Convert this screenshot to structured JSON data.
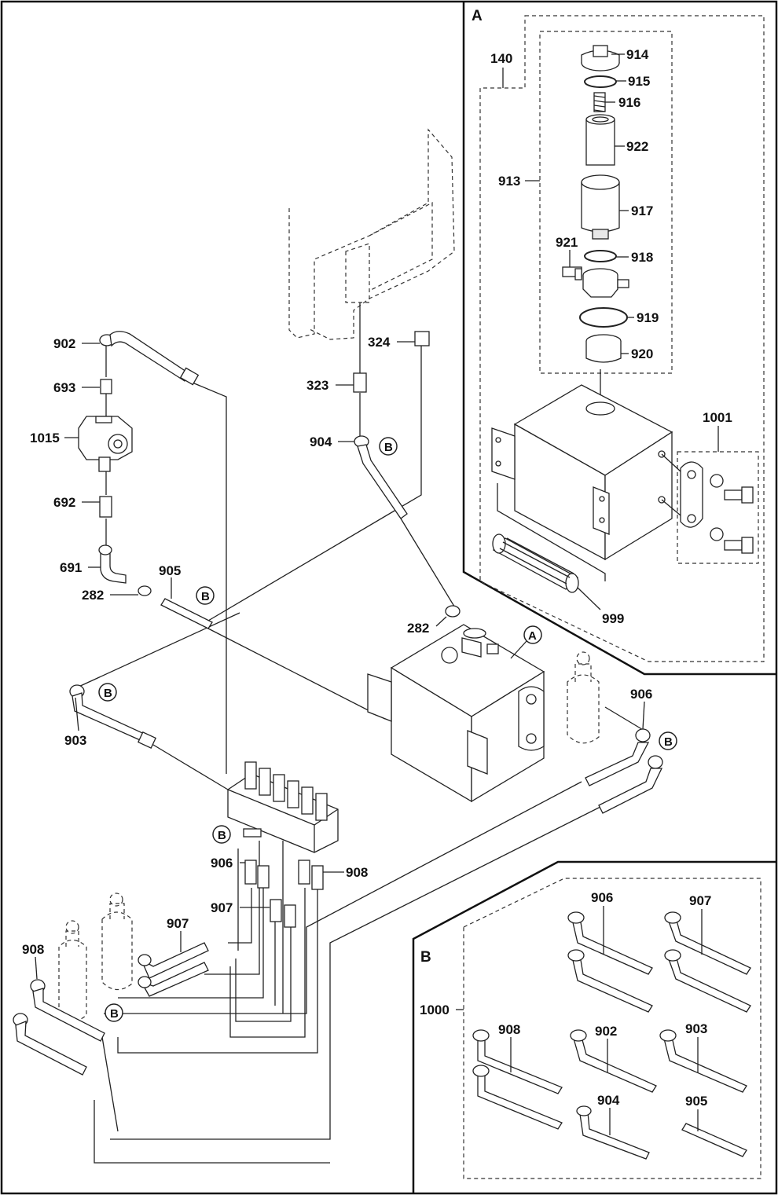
{
  "sections": {
    "A": "A",
    "B": "B"
  },
  "callouts": {
    "A": "A",
    "B": "B"
  },
  "part_labels": {
    "p140": "140",
    "p914": "914",
    "p915": "915",
    "p916": "916",
    "p922": "922",
    "p913": "913",
    "p917": "917",
    "p921": "921",
    "p918": "918",
    "p919": "919",
    "p920": "920",
    "p1001": "1001",
    "p999": "999",
    "p902": "902",
    "p324": "324",
    "p693": "693",
    "p323": "323",
    "p1015": "1015",
    "p904": "904",
    "p692": "692",
    "p691": "691",
    "p905": "905",
    "p282a": "282",
    "p282b": "282",
    "p903": "903",
    "p906a": "906",
    "p906b": "906",
    "p908a": "908",
    "p907a": "907",
    "p907b": "907",
    "p908b": "908",
    "p1000": "1000",
    "b906": "906",
    "b907": "907",
    "b908": "908",
    "b902": "902",
    "b903": "903",
    "b904": "904",
    "b905": "905"
  }
}
